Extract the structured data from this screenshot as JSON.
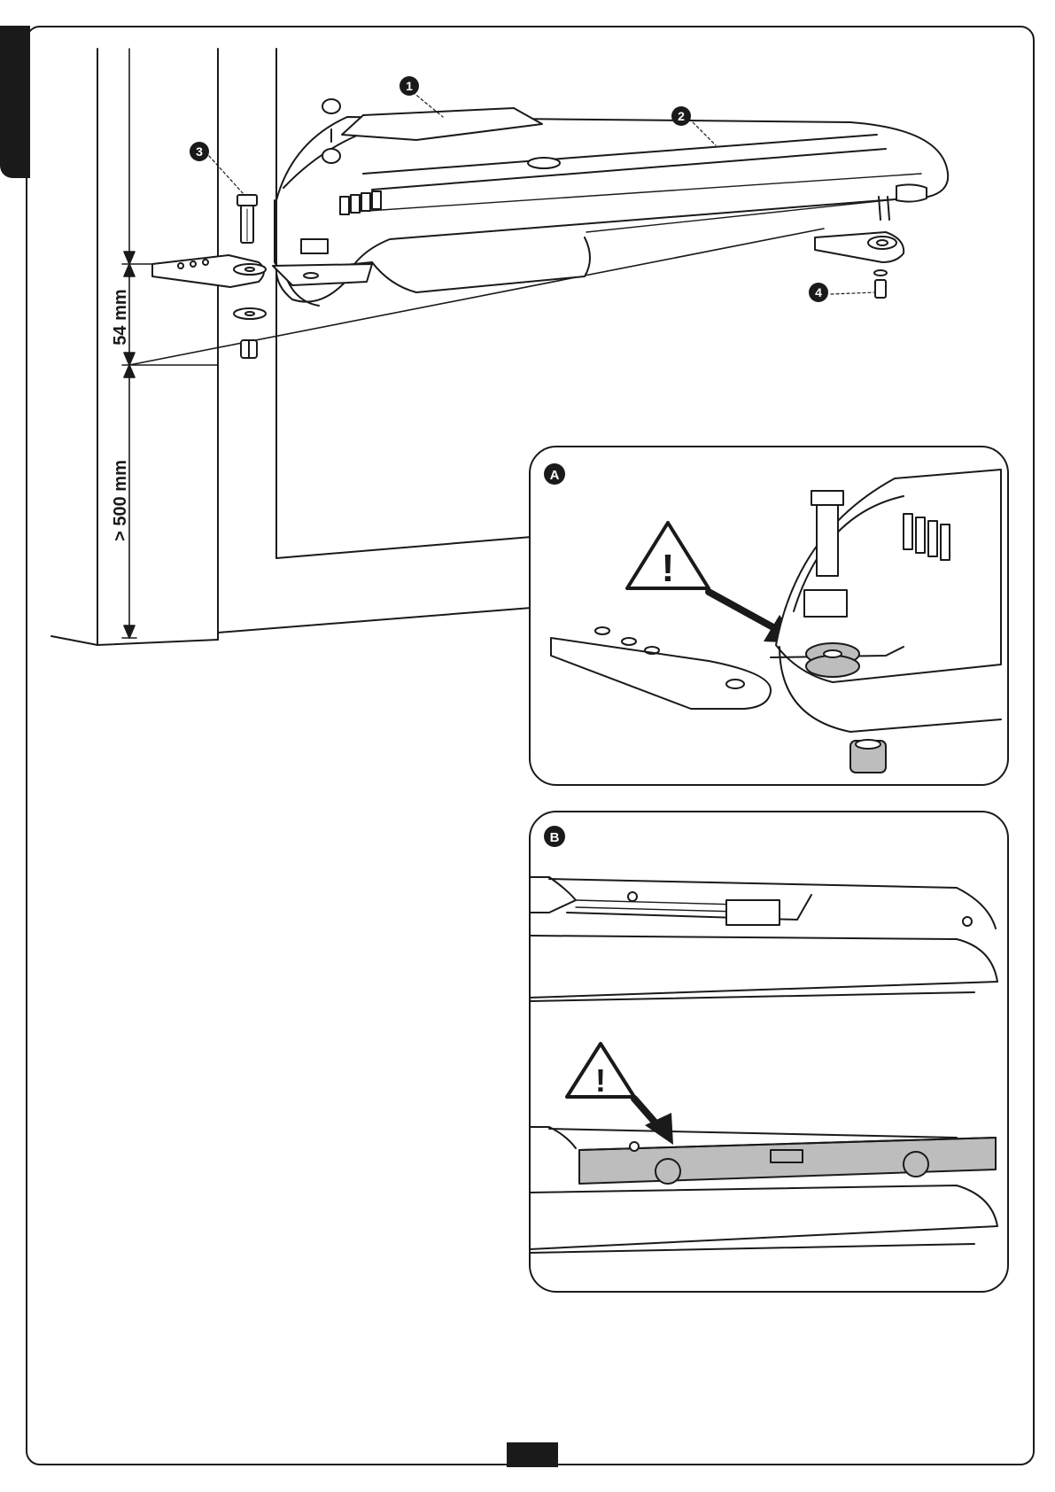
{
  "callouts": {
    "c1": "1",
    "c2": "2",
    "c3": "3",
    "c4": "4"
  },
  "dimensions": {
    "d1": "54 mm",
    "d2": "> 500 mm"
  },
  "details": {
    "a": "A",
    "b": "B"
  },
  "warning_symbol": "!",
  "colors": {
    "ink": "#1a1a1a",
    "part_gray": "#bdbdbd"
  }
}
